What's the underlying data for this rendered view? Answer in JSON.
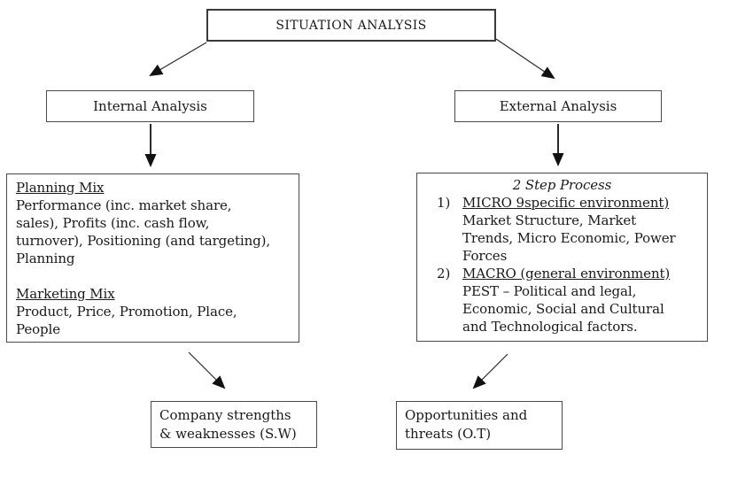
{
  "diagram": {
    "title": "SITUATION ANALYSIS",
    "internal": {
      "label": "Internal Analysis",
      "planning_mix": {
        "heading": "Planning Mix",
        "body": "Performance (inc. market share,\nsales), Profits (inc. cash flow,\nturnover), Positioning (and targeting),\nPlanning"
      },
      "marketing_mix": {
        "heading": "Marketing Mix",
        "body": "Product, Price, Promotion, Place,\nPeople"
      },
      "outcome": "Company strengths\n& weaknesses (S.W)"
    },
    "external": {
      "label": "External Analysis",
      "process_title": "2 Step Process",
      "steps": [
        {
          "num": "1)",
          "heading": "MICRO 9specific environment)",
          "body": "Market Structure, Market\nTrends, Micro Economic, Power\nForces"
        },
        {
          "num": "2)",
          "heading": "MACRO (general environment)",
          "body": "PEST – Political and legal,\nEconomic, Social and Cultural\nand Technological factors."
        }
      ],
      "outcome": "Opportunities and\nthreats (O.T)"
    },
    "colors": {
      "background": "#ffffff",
      "border": "#4a4a4a",
      "arrow": "#2b2b2b",
      "text": "#1a1a1a"
    }
  }
}
